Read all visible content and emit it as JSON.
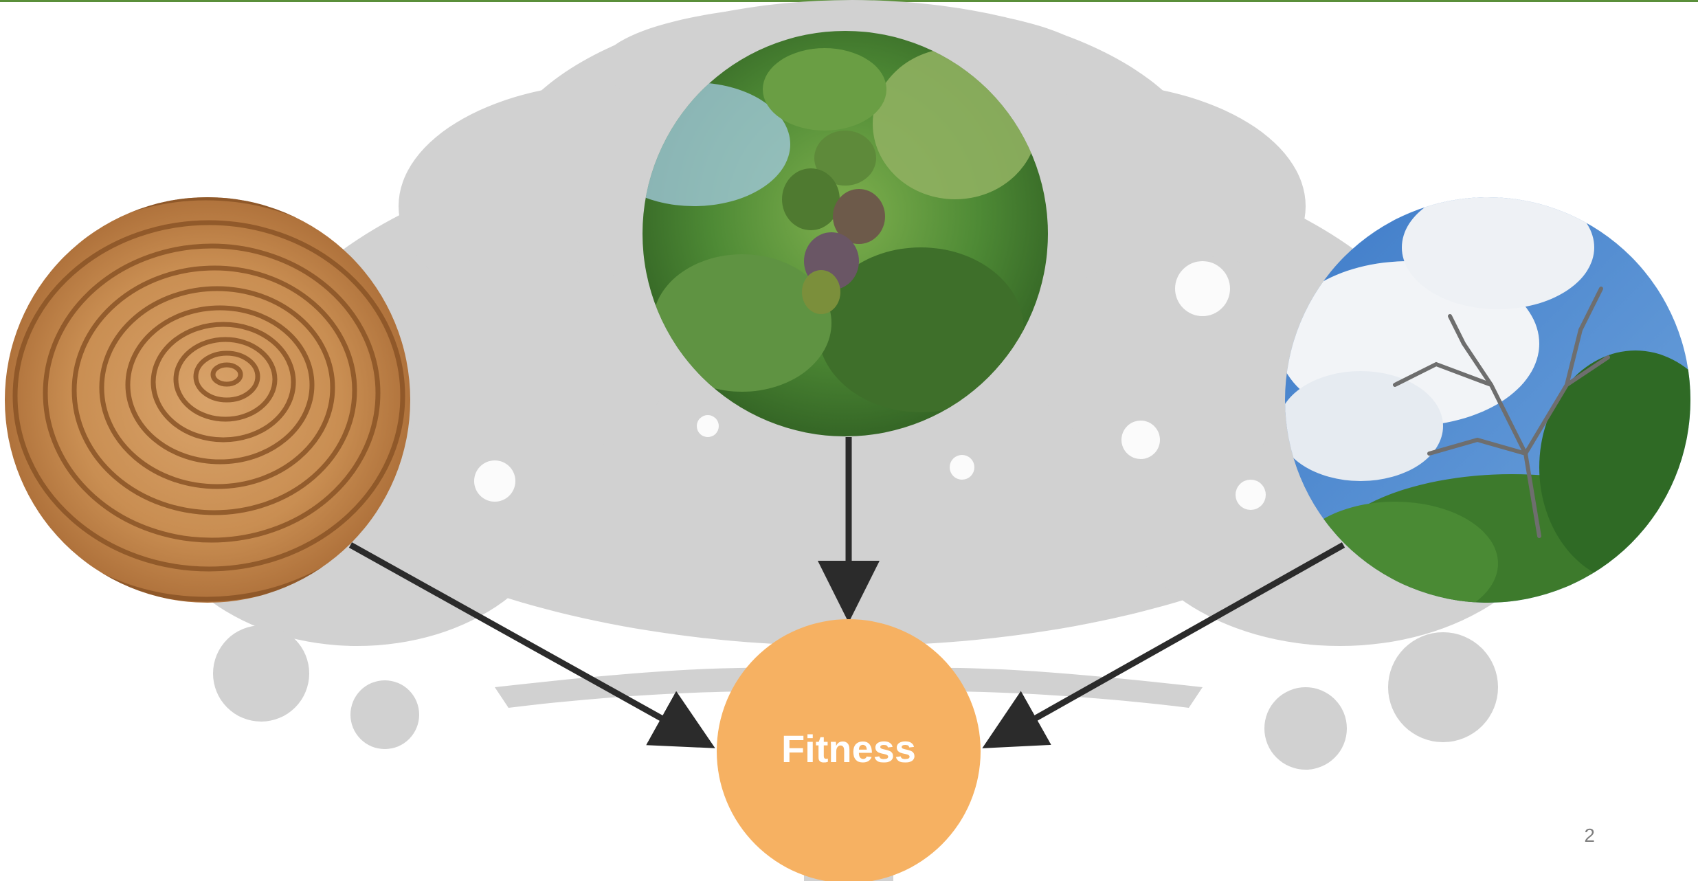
{
  "diagram": {
    "center_node_label": "Fitness",
    "center_node_color": "#f6b162",
    "arrow_color": "#2b2b2b",
    "background_tree_color": "#d1d1d1",
    "nodes": [
      {
        "id": "tree-rings",
        "icon": "tree-rings-photo"
      },
      {
        "id": "acorns",
        "icon": "oak-acorns-photo"
      },
      {
        "id": "dead-branches",
        "icon": "dead-oak-crown-photo"
      }
    ]
  },
  "page_number": "2",
  "accent_color": "#5a8f3a"
}
